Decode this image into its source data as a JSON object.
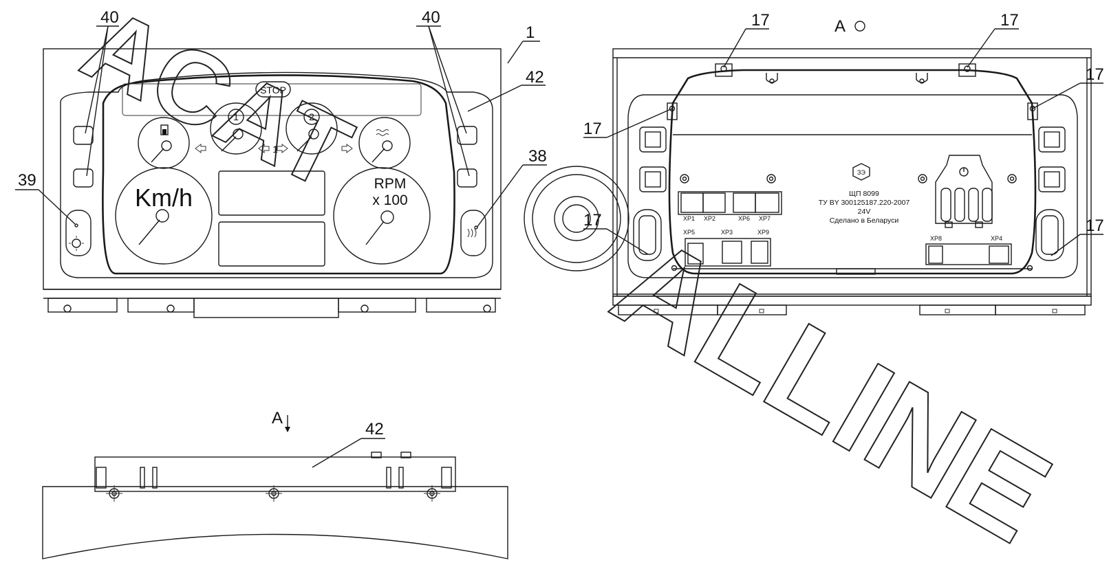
{
  "callouts": {
    "c1": "1",
    "c40a": "40",
    "c40b": "40",
    "c42a": "42",
    "c39": "39",
    "c38": "38",
    "c17a": "17",
    "c17b": "17",
    "c17c": "17",
    "c17d": "17",
    "c17e": "17",
    "c17f": "17",
    "c42b": "42"
  },
  "view_labels": {
    "view_a_top": "A",
    "view_a_side": "A"
  },
  "front_panel": {
    "stop": "STOP",
    "kmh": "Km/h",
    "rpm": "RPM",
    "rpm_unit": "x 100",
    "gauge1": "1",
    "gauge2": "2",
    "arrow_mid": "1"
  },
  "rear_panel": {
    "plate_line1": "ЩП 8099",
    "plate_line2": "ТУ BY 300125187.220-2007",
    "plate_line3": "24V",
    "plate_line4": "Сделано в Беларуси",
    "logo": "ЗЭ",
    "connectors": {
      "xp1": "XP1",
      "xp2": "XP2",
      "xp6": "XP6",
      "xp7": "XP7",
      "xp5": "XP5",
      "xp3": "XP3",
      "xp9": "XP9",
      "xp8": "XP8",
      "xp4": "XP4"
    }
  },
  "watermark": {
    "word1": "ACAT",
    "word2": "ALLINE"
  }
}
